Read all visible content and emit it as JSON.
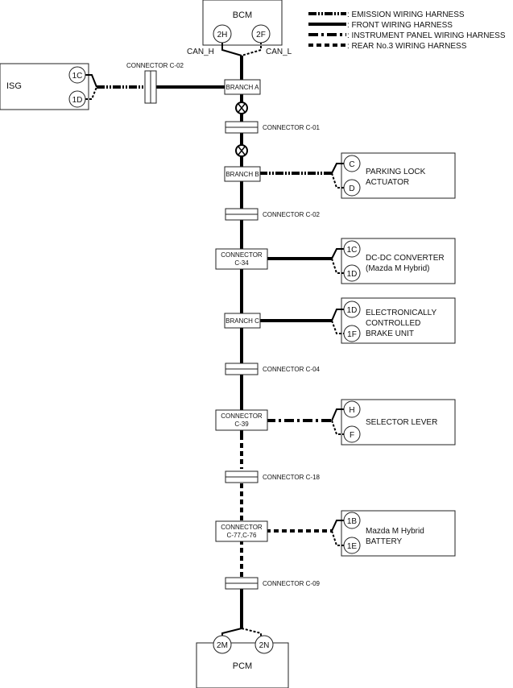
{
  "legend": [
    {
      "label": ": EMISSION WIRING HARNESS",
      "style": "emission"
    },
    {
      "label": ": FRONT WIRING HARNESS",
      "style": "front"
    },
    {
      "label": ": INSTRUMENT PANEL WIRING HARNESS",
      "style": "instrument"
    },
    {
      "label": ": REAR No.3 WIRING HARNESS",
      "style": "rear"
    }
  ],
  "bcm": {
    "label": "BCM",
    "pin_left": "2H",
    "pin_right": "2F",
    "can_h": "CAN_H",
    "can_l": "CAN_L"
  },
  "pcm": {
    "label": "PCM",
    "pin_left": "2M",
    "pin_right": "2N"
  },
  "isg": {
    "label": "ISG",
    "pin_top": "1C",
    "pin_bottom": "1D",
    "connector": "CONNECTOR C-02"
  },
  "nodes": {
    "branch_a": "BRANCH A",
    "branch_b": "BRANCH B",
    "branch_c": "BRANCH C",
    "conn_c34_1": "CONNECTOR",
    "conn_c34_2": "C-34",
    "conn_c39_1": "CONNECTOR",
    "conn_c39_2": "C-39",
    "conn_c77_1": "CONNECTOR",
    "conn_c77_2": "C-77,C-76"
  },
  "inline_connectors": {
    "c01": "CONNECTOR C-01",
    "c02": "CONNECTOR C-02",
    "c04": "CONNECTOR C-04",
    "c18": "CONNECTOR C-18",
    "c09": "CONNECTOR C-09"
  },
  "modules": {
    "parking": {
      "pin_top": "C",
      "pin_bottom": "D",
      "line1": "PARKING LOCK",
      "line2": "ACTUATOR"
    },
    "dcdc": {
      "pin_top": "1C",
      "pin_bottom": "1D",
      "line1": "DC-DC CONVERTER",
      "line2": "(Mazda M Hybrid)"
    },
    "brake": {
      "pin_top": "1D",
      "pin_bottom": "1F",
      "line1": "ELECTRONICALLY",
      "line2": "CONTROLLED",
      "line3": "BRAKE UNIT"
    },
    "selector": {
      "pin_top": "H",
      "pin_bottom": "F",
      "line1": "SELECTOR LEVER"
    },
    "battery": {
      "pin_top": "1B",
      "pin_bottom": "1E",
      "line1": "Mazda M Hybrid",
      "line2": "BATTERY"
    }
  }
}
